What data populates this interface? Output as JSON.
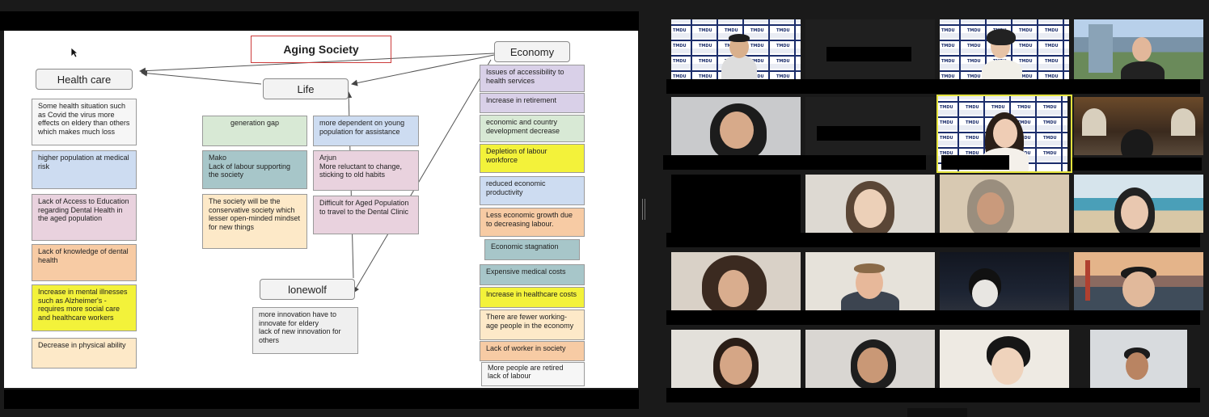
{
  "slide": {
    "title": "Aging Society",
    "headers": {
      "health": "Health care",
      "life": "Life",
      "economy": "Economy",
      "lonewolf": "lonewolf"
    },
    "health_items": [
      "Some health situation such as Covid the virus more effects on eldery than others which makes much loss",
      "higher population at medical risk",
      "Lack of Access to Education regarding Dental Health in the aged population",
      "Lack of knowledge of dental health",
      "Increase in mental illnesses such as Alzheimer's - requires more social care and healthcare workers",
      "Decrease in physical ability"
    ],
    "life_left": [
      "generation gap",
      "Mako\nLack of labour supporting the society",
      "The society will be the conservative society which lesser open-minded mindset for new things"
    ],
    "life_right": [
      "more dependent on young population for assistance",
      "Arjun\nMore reluctant to change, sticking to old habits",
      "Difficult for Aged Population to travel to the Dental Clinic"
    ],
    "lonewolf_item": "more innovation have to innovate for eldery\nlack of new innovation for others",
    "economy_items": [
      "Issues of accessibility to health services",
      "Increase in retirement",
      "economic and country development decrease",
      "Depletion of labour workforce",
      "reduced economic productivity",
      "Less economic growth due to decreasing labour.",
      "Economic stagnation",
      "Expensive medical costs",
      "Increase in healthcare costs",
      "There are fewer working-age people in the economy",
      "Lack of worker in society",
      "More people are retired\nlack of labour"
    ]
  },
  "gallery": {
    "logo_text": "TMDU",
    "participants": [
      {
        "tile": "participant-1",
        "background": "tmdu-backdrop"
      },
      {
        "tile": "participant-2",
        "background": "video-off"
      },
      {
        "tile": "participant-3",
        "background": "tmdu-backdrop"
      },
      {
        "tile": "participant-4",
        "background": "city-skyline"
      },
      {
        "tile": "participant-5",
        "background": "plain-wall"
      },
      {
        "tile": "participant-6",
        "background": "video-off"
      },
      {
        "tile": "participant-7",
        "background": "tmdu-backdrop",
        "active_speaker": true
      },
      {
        "tile": "participant-8",
        "background": "library"
      },
      {
        "tile": "participant-9",
        "background": "video-off"
      },
      {
        "tile": "participant-10",
        "background": "room"
      },
      {
        "tile": "participant-11",
        "background": "room"
      },
      {
        "tile": "participant-12",
        "background": "beach"
      },
      {
        "tile": "participant-13",
        "background": "room"
      },
      {
        "tile": "participant-14",
        "background": "room"
      },
      {
        "tile": "participant-15",
        "background": "night-city"
      },
      {
        "tile": "participant-16",
        "background": "golden-gate"
      },
      {
        "tile": "participant-17",
        "background": "room"
      },
      {
        "tile": "participant-18",
        "background": "room"
      },
      {
        "tile": "participant-19",
        "background": "room"
      },
      {
        "tile": "participant-20",
        "background": "room"
      }
    ]
  },
  "colors": {
    "active_speaker_border": "#e4e33d",
    "title_border": "#cc3b3b",
    "tmdu_navy": "#1b2d6b"
  }
}
